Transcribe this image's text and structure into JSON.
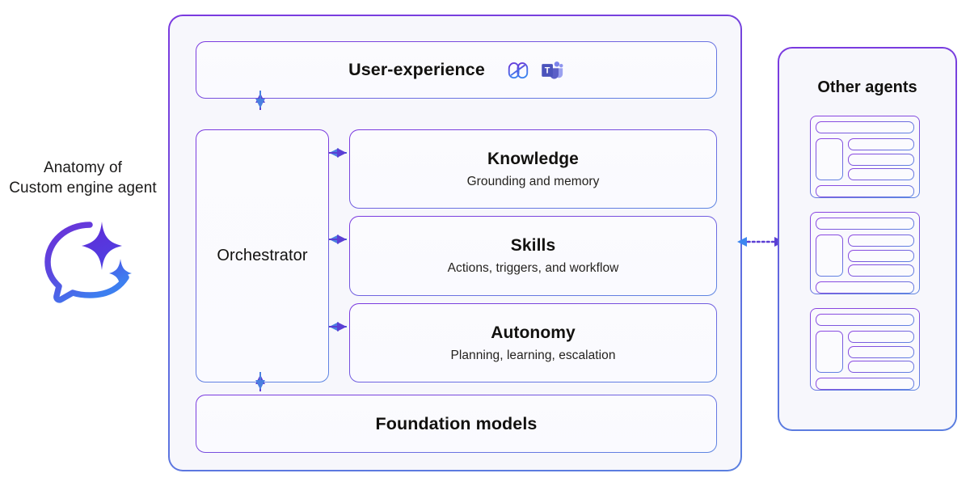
{
  "left_label": {
    "line1": "Anatomy of",
    "line2": "Custom engine agent",
    "logo_icon": "copilot-sparkle-icon"
  },
  "agent_panel": {
    "user_experience": {
      "title": "User-experience",
      "icons": [
        {
          "name": "microsoft-365-copilot-icon",
          "color": "#5b5fc7"
        },
        {
          "name": "microsoft-teams-icon",
          "color": "#5b5fc7"
        }
      ]
    },
    "orchestrator": {
      "title": "Orchestrator"
    },
    "capabilities": [
      {
        "title": "Knowledge",
        "subtitle": "Grounding and memory"
      },
      {
        "title": "Skills",
        "subtitle": "Actions, triggers, and workflow"
      },
      {
        "title": "Autonomy",
        "subtitle": "Planning, learning, escalation"
      }
    ],
    "foundation": {
      "title": "Foundation models"
    }
  },
  "other_agents": {
    "title": "Other agents",
    "cards": [
      {
        "name": "agent-card-placeholder"
      },
      {
        "name": "agent-card-placeholder"
      },
      {
        "name": "agent-card-placeholder"
      }
    ]
  },
  "connectors": {
    "ux_to_orchestrator": "bidirectional-vertical-arrow",
    "orchestrator_to_knowledge": "bidirectional-horizontal-arrow",
    "orchestrator_to_skills": "bidirectional-horizontal-arrow",
    "orchestrator_to_autonomy": "bidirectional-horizontal-arrow",
    "orchestrator_to_foundation": "bidirectional-vertical-arrow",
    "agent_to_other_agents": "bidirectional-dotted-arrow"
  },
  "colors": {
    "purple": "#7b3ae0",
    "blue": "#5b7fe0",
    "panel_fill": "#f7f7fc",
    "card_fill": "#fbfbfe",
    "arrow_purple": "#5b3fd4",
    "arrow_blue": "#4a7fe0",
    "text": "#12110f"
  }
}
